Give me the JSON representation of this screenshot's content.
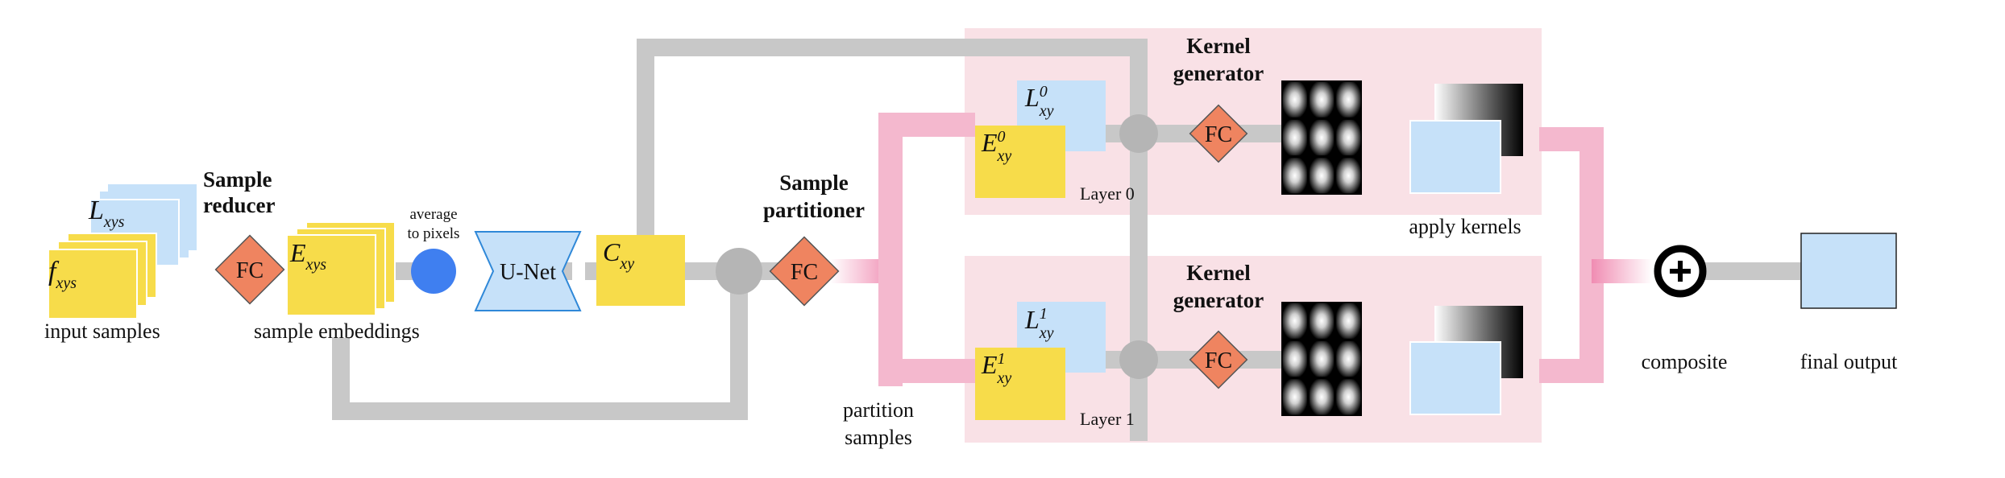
{
  "colors": {
    "gray_path": "#c8c8c8",
    "pink_path": "#f4a8c4",
    "pink_panel": "#f9e1e6",
    "yellow_block": "#f7dc4a",
    "blue_block": "#c6e1f9",
    "fc_orange": "#ef8460",
    "avg_dot": "#3f7ff0",
    "unet_fill": "#c6e1f9",
    "unet_stroke": "#2f88d8"
  },
  "icons": [
    "fc-diamond",
    "average-dot",
    "merge-node",
    "composite-plus-icon",
    "kernel-grid"
  ],
  "left": {
    "input_samples_label": "input samples",
    "f_symbol": "f",
    "f_sub": "xys",
    "l_symbol": "L",
    "l_sub": "xys",
    "sample_reducer_line1": "Sample",
    "sample_reducer_line2": "reducer",
    "fc_label": "FC",
    "e_symbol": "E",
    "e_sub": "xys",
    "sample_embeddings_label": "sample embeddings",
    "average_line1": "average",
    "average_line2": "to pixels",
    "unet_label": "U-Net",
    "c_symbol": "C",
    "c_sub": "xy"
  },
  "partitioner": {
    "title_line1": "Sample",
    "title_line2": "partitioner",
    "fc_label": "FC",
    "partition_line1": "partition",
    "partition_line2": "samples"
  },
  "layers": [
    {
      "layer_label": "Layer 0",
      "l_symbol": "L",
      "l_sup": "0",
      "l_sub": "xy",
      "e_symbol": "E",
      "e_sup": "0",
      "e_sub": "xy",
      "generator_line1": "Kernel",
      "generator_line2": "generator",
      "fc_label": "FC"
    },
    {
      "layer_label": "Layer 1",
      "l_symbol": "L",
      "l_sup": "1",
      "l_sub": "xy",
      "e_symbol": "E",
      "e_sup": "1",
      "e_sub": "xy",
      "generator_line1": "Kernel",
      "generator_line2": "generator",
      "fc_label": "FC"
    }
  ],
  "right": {
    "apply_kernels_label": "apply kernels",
    "composite_label": "composite",
    "final_output_label": "final output"
  }
}
